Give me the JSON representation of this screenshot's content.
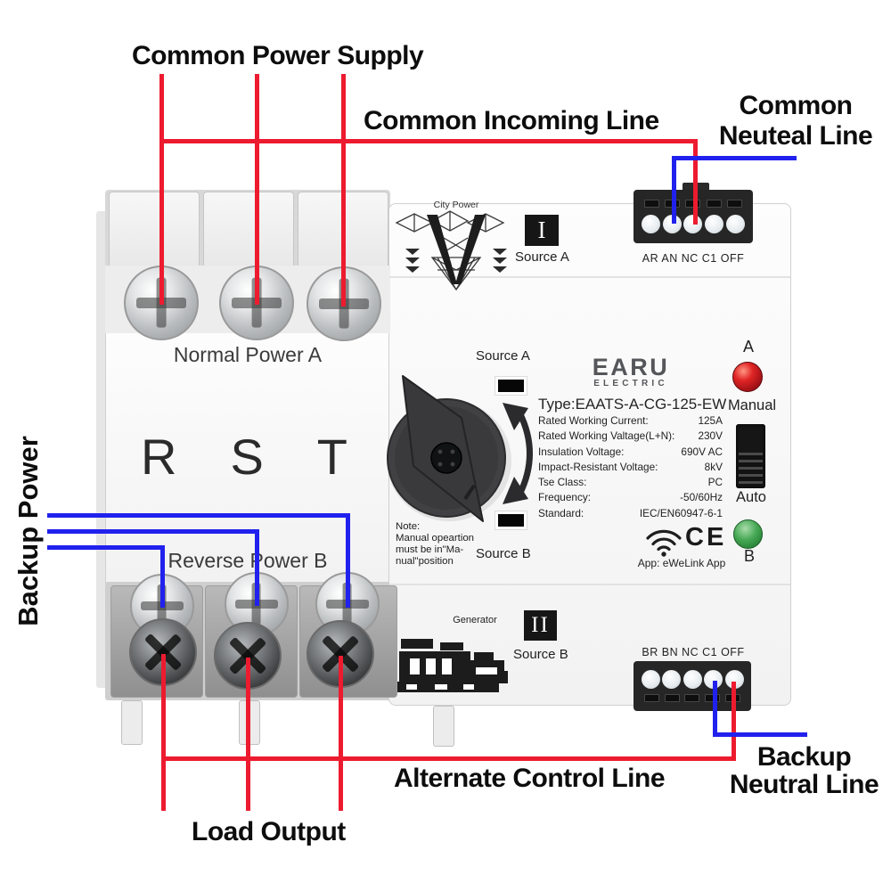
{
  "callouts": {
    "common_power_supply": "Common Power Supply",
    "common_incoming_line": "Common Incoming Line",
    "common_neutral": {
      "line1": "Common",
      "line2": "Neuteal Line"
    },
    "backup_power": "Backup Power",
    "alternate_control_line": "Alternate Control Line",
    "backup_neutral": {
      "line1": "Backup",
      "line2": "Neutral Line"
    },
    "load_output": "Load Output"
  },
  "device": {
    "top": {
      "city_power": "City Power",
      "numeral": "I",
      "source": "Source A",
      "terminals": "AR AN NC C1 OFF"
    },
    "left": {
      "normal_power": "Normal Power A",
      "phases": [
        "R",
        "S",
        "T"
      ],
      "reverse_power": "Reverse Power B"
    },
    "switch_area": {
      "source_a": "Source A",
      "source_b": "Source B",
      "note": [
        "Note:",
        "Manual opeartion",
        "must be in\"Ma-",
        "nual\"position"
      ]
    },
    "brand": {
      "name": "EARU",
      "division": "ELECTRIC"
    },
    "specs": {
      "type_line": "Type:EAATS-A-CG-125-EW",
      "rows": [
        {
          "label": "Rated Working Current:",
          "value": "125A"
        },
        {
          "label": "Rated Working Valtage(L+N):",
          "value": "230V"
        },
        {
          "label": "Insulation Voltage:",
          "value": "690V AC"
        },
        {
          "label": "Impact-Resistant Voltage:",
          "value": "8kV"
        },
        {
          "label": "Tse Class:",
          "value": "PC"
        },
        {
          "label": "Frequency:",
          "value": "-50/60Hz"
        },
        {
          "label": "Standard:",
          "value": "IEC/EN60947-6-1"
        }
      ],
      "ce_mark": "CE",
      "app_line": "App: eWeLink App"
    },
    "mode": {
      "a": "A",
      "manual": "Manual",
      "auto": "Auto",
      "b": "B"
    },
    "bottom": {
      "generator": "Generator",
      "numeral": "II",
      "source": "Source B",
      "terminals": "BR BN NC C1 OFF"
    }
  },
  "colors": {
    "wire_red": "#ed1b2f",
    "wire_blue": "#2121ee",
    "led_a_red": "#c51423",
    "led_b_green": "#3aa24a"
  }
}
